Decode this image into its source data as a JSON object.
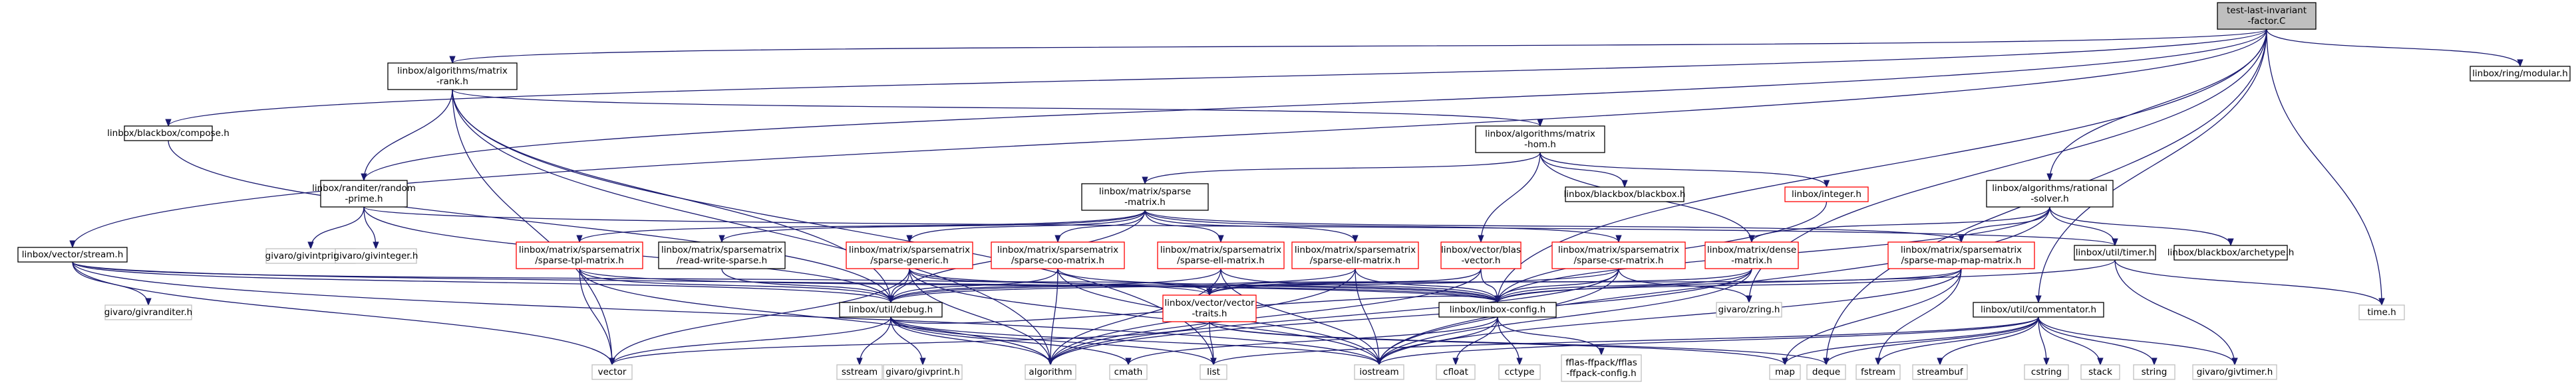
{
  "graph": {
    "title": "test-last-invariant-factor.C",
    "edge_color": "#191970",
    "node_border_colors": {
      "root": "#000000",
      "documented": "#000000",
      "undocumented": "#ff0000",
      "external": "#bfbfbf"
    },
    "nodes": [
      {
        "id": "root",
        "lines": [
          "test-last-invariant",
          "-factor.C"
        ],
        "style": "root"
      },
      {
        "id": "modular",
        "lines": [
          "linbox/ring/modular.h"
        ],
        "style": "documented"
      },
      {
        "id": "rank",
        "lines": [
          "linbox/algorithms/matrix",
          "-rank.h"
        ],
        "style": "documented"
      },
      {
        "id": "compose",
        "lines": [
          "linbox/blackbox/compose.h"
        ],
        "style": "documented"
      },
      {
        "id": "stream",
        "lines": [
          "linbox/vector/stream.h"
        ],
        "style": "documented"
      },
      {
        "id": "randomprime",
        "lines": [
          "linbox/randiter/random",
          "-prime.h"
        ],
        "style": "documented"
      },
      {
        "id": "hom",
        "lines": [
          "linbox/algorithms/matrix",
          "-hom.h"
        ],
        "style": "documented"
      },
      {
        "id": "sparse",
        "lines": [
          "linbox/matrix/sparse",
          "-matrix.h"
        ],
        "style": "documented"
      },
      {
        "id": "bb_blackbox",
        "lines": [
          "linbox/blackbox/blackbox.h"
        ],
        "style": "documented"
      },
      {
        "id": "integer",
        "lines": [
          "linbox/integer.h"
        ],
        "style": "undocumented"
      },
      {
        "id": "rationalsolver",
        "lines": [
          "linbox/algorithms/rational",
          "-solver.h"
        ],
        "style": "documented"
      },
      {
        "id": "givintprime",
        "lines": [
          "givaro/givintprime.h"
        ],
        "style": "external"
      },
      {
        "id": "givinteger",
        "lines": [
          "givaro/givinteger.h"
        ],
        "style": "external"
      },
      {
        "id": "tpl",
        "lines": [
          "linbox/matrix/sparsematrix",
          "/sparse-tpl-matrix.h"
        ],
        "style": "undocumented"
      },
      {
        "id": "rws",
        "lines": [
          "linbox/matrix/sparsematrix",
          "/read-write-sparse.h"
        ],
        "style": "documented"
      },
      {
        "id": "generic",
        "lines": [
          "linbox/matrix/sparsematrix",
          "/sparse-generic.h"
        ],
        "style": "undocumented"
      },
      {
        "id": "coo",
        "lines": [
          "linbox/matrix/sparsematrix",
          "/sparse-coo-matrix.h"
        ],
        "style": "undocumented"
      },
      {
        "id": "ell",
        "lines": [
          "linbox/matrix/sparsematrix",
          "/sparse-ell-matrix.h"
        ],
        "style": "undocumented"
      },
      {
        "id": "ellr",
        "lines": [
          "linbox/matrix/sparsematrix",
          "/sparse-ellr-matrix.h"
        ],
        "style": "undocumented"
      },
      {
        "id": "blas",
        "lines": [
          "linbox/vector/blas",
          "-vector.h"
        ],
        "style": "undocumented"
      },
      {
        "id": "csr",
        "lines": [
          "linbox/matrix/sparsematrix",
          "/sparse-csr-matrix.h"
        ],
        "style": "undocumented"
      },
      {
        "id": "dense",
        "lines": [
          "linbox/matrix/dense",
          "-matrix.h"
        ],
        "style": "undocumented"
      },
      {
        "id": "mapmap",
        "lines": [
          "linbox/matrix/sparsematrix",
          "/sparse-map-map-matrix.h"
        ],
        "style": "undocumented"
      },
      {
        "id": "timer",
        "lines": [
          "linbox/util/timer.h"
        ],
        "style": "documented"
      },
      {
        "id": "archetype",
        "lines": [
          "linbox/blackbox/archetype.h"
        ],
        "style": "documented"
      },
      {
        "id": "givranditer",
        "lines": [
          "givaro/givranditer.h"
        ],
        "style": "external"
      },
      {
        "id": "debug",
        "lines": [
          "linbox/util/debug.h"
        ],
        "style": "documented"
      },
      {
        "id": "traits",
        "lines": [
          "linbox/vector/vector",
          "-traits.h"
        ],
        "style": "undocumented"
      },
      {
        "id": "config",
        "lines": [
          "linbox/linbox-config.h"
        ],
        "style": "documented"
      },
      {
        "id": "givzring",
        "lines": [
          "givaro/zring.h"
        ],
        "style": "external"
      },
      {
        "id": "commentator",
        "lines": [
          "linbox/util/commentator.h"
        ],
        "style": "documented"
      },
      {
        "id": "timeh",
        "lines": [
          "time.h"
        ],
        "style": "external"
      },
      {
        "id": "sstream",
        "lines": [
          "sstream"
        ],
        "style": "external"
      },
      {
        "id": "givprint",
        "lines": [
          "givaro/givprint.h"
        ],
        "style": "external"
      },
      {
        "id": "vector",
        "lines": [
          "vector"
        ],
        "style": "external"
      },
      {
        "id": "algorithm",
        "lines": [
          "algorithm"
        ],
        "style": "external"
      },
      {
        "id": "cmath",
        "lines": [
          "cmath"
        ],
        "style": "external"
      },
      {
        "id": "list",
        "lines": [
          "list"
        ],
        "style": "external"
      },
      {
        "id": "iostream",
        "lines": [
          "iostream"
        ],
        "style": "external"
      },
      {
        "id": "cfloat",
        "lines": [
          "cfloat"
        ],
        "style": "external"
      },
      {
        "id": "cctype",
        "lines": [
          "cctype"
        ],
        "style": "external"
      },
      {
        "id": "fflas",
        "lines": [
          "fflas-ffpack/fflas",
          "-ffpack-config.h"
        ],
        "style": "external"
      },
      {
        "id": "map",
        "lines": [
          "map"
        ],
        "style": "external"
      },
      {
        "id": "deque",
        "lines": [
          "deque"
        ],
        "style": "external"
      },
      {
        "id": "fstream",
        "lines": [
          "fstream"
        ],
        "style": "external"
      },
      {
        "id": "streambuf",
        "lines": [
          "streambuf"
        ],
        "style": "external"
      },
      {
        "id": "cstring",
        "lines": [
          "cstring"
        ],
        "style": "external"
      },
      {
        "id": "stack",
        "lines": [
          "stack"
        ],
        "style": "external"
      },
      {
        "id": "string",
        "lines": [
          "string"
        ],
        "style": "external"
      },
      {
        "id": "givtimer",
        "lines": [
          "givaro/givtimer.h"
        ],
        "style": "external"
      }
    ],
    "edges": [
      [
        "root",
        "modular"
      ],
      [
        "root",
        "rank"
      ],
      [
        "root",
        "compose"
      ],
      [
        "root",
        "stream"
      ],
      [
        "root",
        "randomprime"
      ],
      [
        "root",
        "rationalsolver"
      ],
      [
        "root",
        "givzring"
      ],
      [
        "root",
        "timeh"
      ],
      [
        "root",
        "commentator"
      ],
      [
        "root",
        "config"
      ],
      [
        "root",
        "deque"
      ],
      [
        "rank",
        "randomprime"
      ],
      [
        "rank",
        "hom"
      ],
      [
        "rank",
        "debug"
      ],
      [
        "rank",
        "vector"
      ],
      [
        "rank",
        "algorithm"
      ],
      [
        "rank",
        "list"
      ],
      [
        "compose",
        "debug"
      ],
      [
        "stream",
        "givranditer"
      ],
      [
        "stream",
        "debug"
      ],
      [
        "stream",
        "traits"
      ],
      [
        "stream",
        "vector"
      ],
      [
        "stream",
        "iostream"
      ],
      [
        "stream",
        "config"
      ],
      [
        "randomprime",
        "givintprime"
      ],
      [
        "randomprime",
        "givinteger"
      ],
      [
        "randomprime",
        "debug"
      ],
      [
        "randomprime",
        "timer"
      ],
      [
        "hom",
        "sparse"
      ],
      [
        "hom",
        "bb_blackbox"
      ],
      [
        "hom",
        "integer"
      ],
      [
        "hom",
        "dense"
      ],
      [
        "hom",
        "blas"
      ],
      [
        "sparse",
        "tpl"
      ],
      [
        "sparse",
        "rws"
      ],
      [
        "sparse",
        "generic"
      ],
      [
        "sparse",
        "coo"
      ],
      [
        "sparse",
        "ell"
      ],
      [
        "sparse",
        "ellr"
      ],
      [
        "sparse",
        "csr"
      ],
      [
        "sparse",
        "mapmap"
      ],
      [
        "sparse",
        "debug"
      ],
      [
        "integer",
        "config"
      ],
      [
        "rationalsolver",
        "archetype"
      ],
      [
        "rationalsolver",
        "timer"
      ],
      [
        "rationalsolver",
        "dense"
      ],
      [
        "rationalsolver",
        "config"
      ],
      [
        "rationalsolver",
        "mapmap"
      ],
      [
        "rationalsolver",
        "iostream"
      ],
      [
        "tpl",
        "vector"
      ],
      [
        "tpl",
        "debug"
      ],
      [
        "tpl",
        "algorithm"
      ],
      [
        "tpl",
        "config"
      ],
      [
        "rws",
        "debug"
      ],
      [
        "generic",
        "debug"
      ],
      [
        "generic",
        "traits"
      ],
      [
        "generic",
        "algorithm"
      ],
      [
        "generic",
        "vector"
      ],
      [
        "generic",
        "config"
      ],
      [
        "generic",
        "iostream"
      ],
      [
        "coo",
        "debug"
      ],
      [
        "coo",
        "algorithm"
      ],
      [
        "coo",
        "iostream"
      ],
      [
        "coo",
        "config"
      ],
      [
        "ell",
        "debug"
      ],
      [
        "ell",
        "algorithm"
      ],
      [
        "ell",
        "iostream"
      ],
      [
        "ell",
        "config"
      ],
      [
        "ellr",
        "debug"
      ],
      [
        "ellr",
        "algorithm"
      ],
      [
        "ellr",
        "iostream"
      ],
      [
        "ellr",
        "config"
      ],
      [
        "blas",
        "traits"
      ],
      [
        "blas",
        "algorithm"
      ],
      [
        "blas",
        "config"
      ],
      [
        "csr",
        "debug"
      ],
      [
        "csr",
        "algorithm"
      ],
      [
        "csr",
        "iostream"
      ],
      [
        "csr",
        "config"
      ],
      [
        "csr",
        "givzring"
      ],
      [
        "dense",
        "traits"
      ],
      [
        "dense",
        "config"
      ],
      [
        "dense",
        "iostream"
      ],
      [
        "dense",
        "algorithm"
      ],
      [
        "mapmap",
        "map"
      ],
      [
        "mapmap",
        "fstream"
      ],
      [
        "mapmap",
        "iostream"
      ],
      [
        "mapmap",
        "traits"
      ],
      [
        "mapmap",
        "config"
      ],
      [
        "timer",
        "timeh"
      ],
      [
        "timer",
        "givtimer"
      ],
      [
        "timer",
        "config"
      ],
      [
        "debug",
        "sstream"
      ],
      [
        "debug",
        "givprint"
      ],
      [
        "debug",
        "vector"
      ],
      [
        "debug",
        "algorithm"
      ],
      [
        "debug",
        "cmath"
      ],
      [
        "debug",
        "list"
      ],
      [
        "debug",
        "iostream"
      ],
      [
        "debug",
        "config"
      ],
      [
        "traits",
        "vector"
      ],
      [
        "traits",
        "list"
      ],
      [
        "traits",
        "map"
      ],
      [
        "traits",
        "deque"
      ],
      [
        "config",
        "iostream"
      ],
      [
        "config",
        "cfloat"
      ],
      [
        "config",
        "cctype"
      ],
      [
        "config",
        "fflas"
      ],
      [
        "config",
        "cmath"
      ],
      [
        "commentator",
        "iostream"
      ],
      [
        "commentator",
        "list"
      ],
      [
        "commentator",
        "deque"
      ],
      [
        "commentator",
        "map"
      ],
      [
        "commentator",
        "fstream"
      ],
      [
        "commentator",
        "streambuf"
      ],
      [
        "commentator",
        "cstring"
      ],
      [
        "commentator",
        "stack"
      ],
      [
        "commentator",
        "string"
      ],
      [
        "commentator",
        "givtimer"
      ]
    ]
  }
}
